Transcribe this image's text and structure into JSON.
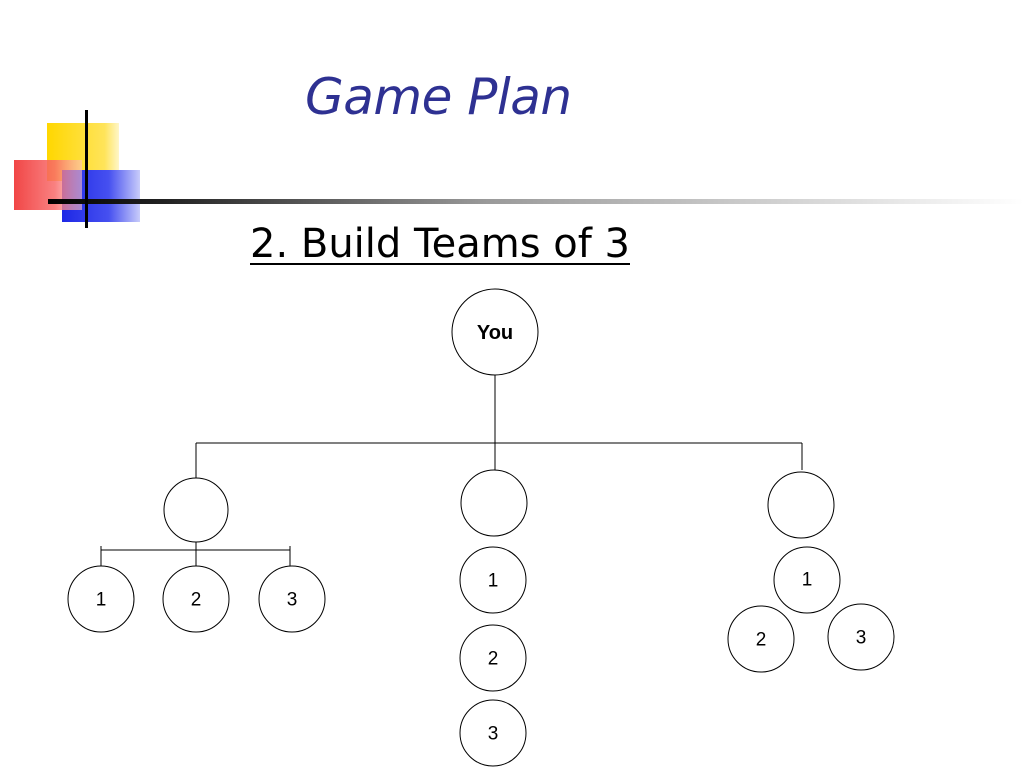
{
  "slide": {
    "title": "Game Plan",
    "subtitle": "2.  Build Teams of 3",
    "colors": {
      "title": "#2E3192",
      "accent_yellow": "#FFD700",
      "accent_red": "#F03C3C",
      "accent_blue": "#1E28E6"
    }
  },
  "diagram": {
    "root": {
      "label": "You"
    },
    "branches": [
      {
        "members": [
          "1",
          "2",
          "3"
        ]
      },
      {
        "members": [
          "1",
          "2",
          "3"
        ]
      },
      {
        "members": [
          "1",
          "2",
          "3"
        ]
      }
    ]
  }
}
